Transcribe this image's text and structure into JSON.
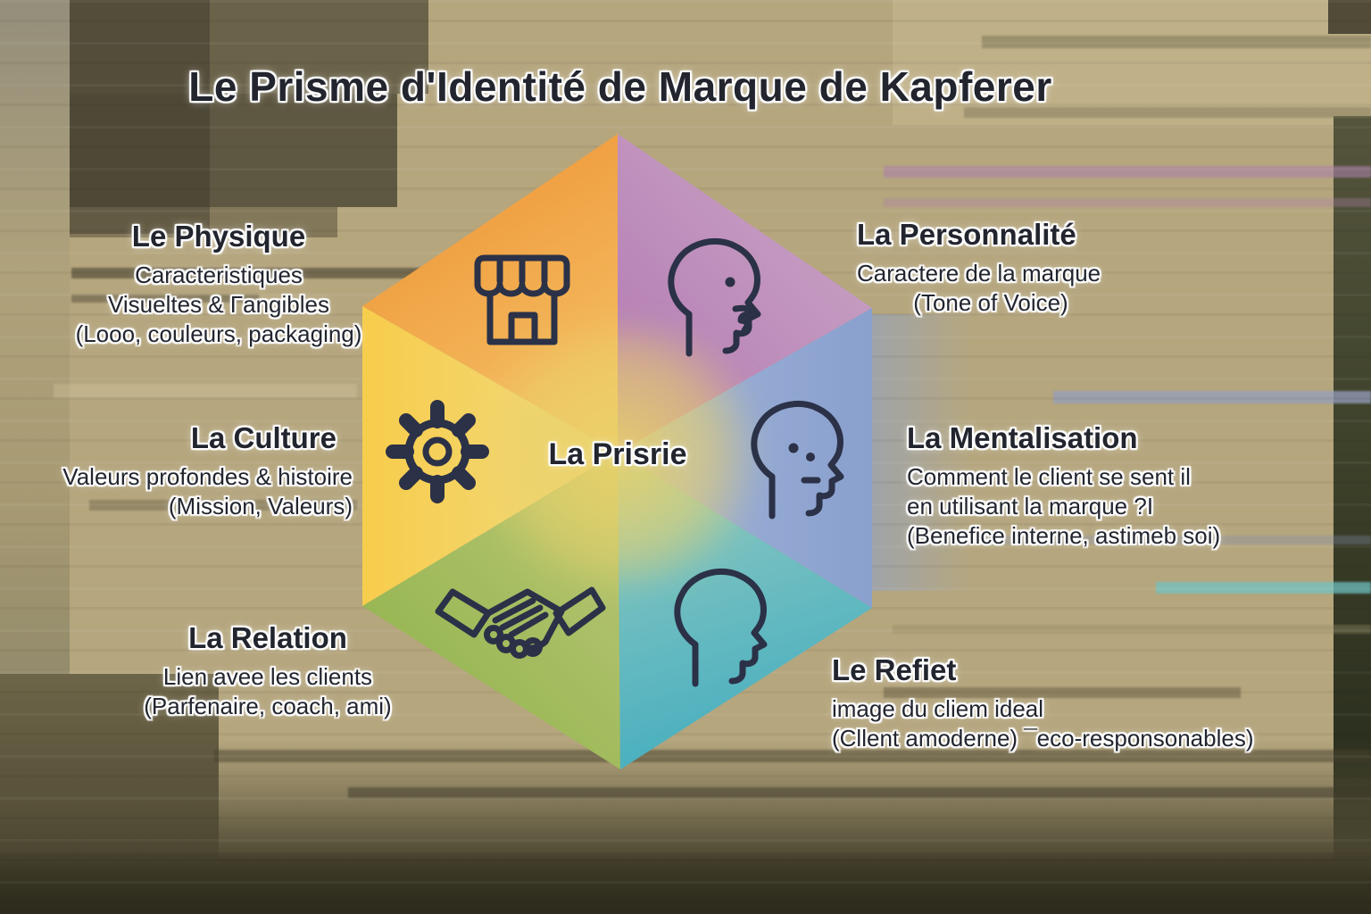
{
  "title": "Le Prisme d'Identité de Marque de Kapferer",
  "center_label": "La Prisrie",
  "sections": {
    "physique": {
      "heading": "Le Physique",
      "line1": "Caracteristiques",
      "line2": "Visueltes & Γangibles",
      "line3": "(Looo, couleurs, packaging)",
      "icon": "store-icon"
    },
    "personnalite": {
      "heading": "La Personnalité",
      "line1": "Caractere de la marque",
      "line2": "(Tone of Voice)",
      "icon": "talking-head-icon"
    },
    "culture": {
      "heading": "La Culture",
      "line1": "Valeurs profondes & histoire",
      "line2": "(Mission, Valeurs)",
      "icon": "gear-icon"
    },
    "mentalisation": {
      "heading": "La Mentalisation",
      "line1": "Comment le client se sent il",
      "line2": "en utilisant la marque ?I",
      "line3": "(Benefice interne, astimeb soi)",
      "icon": "thinking-head-icon"
    },
    "relation": {
      "heading": "La Relation",
      "line1": "Lien avee les clients",
      "line2": "(Parfenaire, coach, ami)",
      "icon": "handshake-icon"
    },
    "reflet": {
      "heading": "Le Refiet",
      "line1": "image du cliem ideal",
      "line2": "(Cllent amoderne)  ¯eco-responsonables)",
      "icon": "silhouette-head-icon"
    }
  },
  "colors": {
    "face_physique": "#f09c3e",
    "face_personnalite": "#b279b3",
    "face_culture": "#f7cd4e",
    "face_mentalisation": "#8099c8",
    "face_relation": "#97b853",
    "face_reflet": "#4fb3bf",
    "icon_stroke": "#2b3147",
    "background": "#b5a67e",
    "text": "#22252e"
  }
}
